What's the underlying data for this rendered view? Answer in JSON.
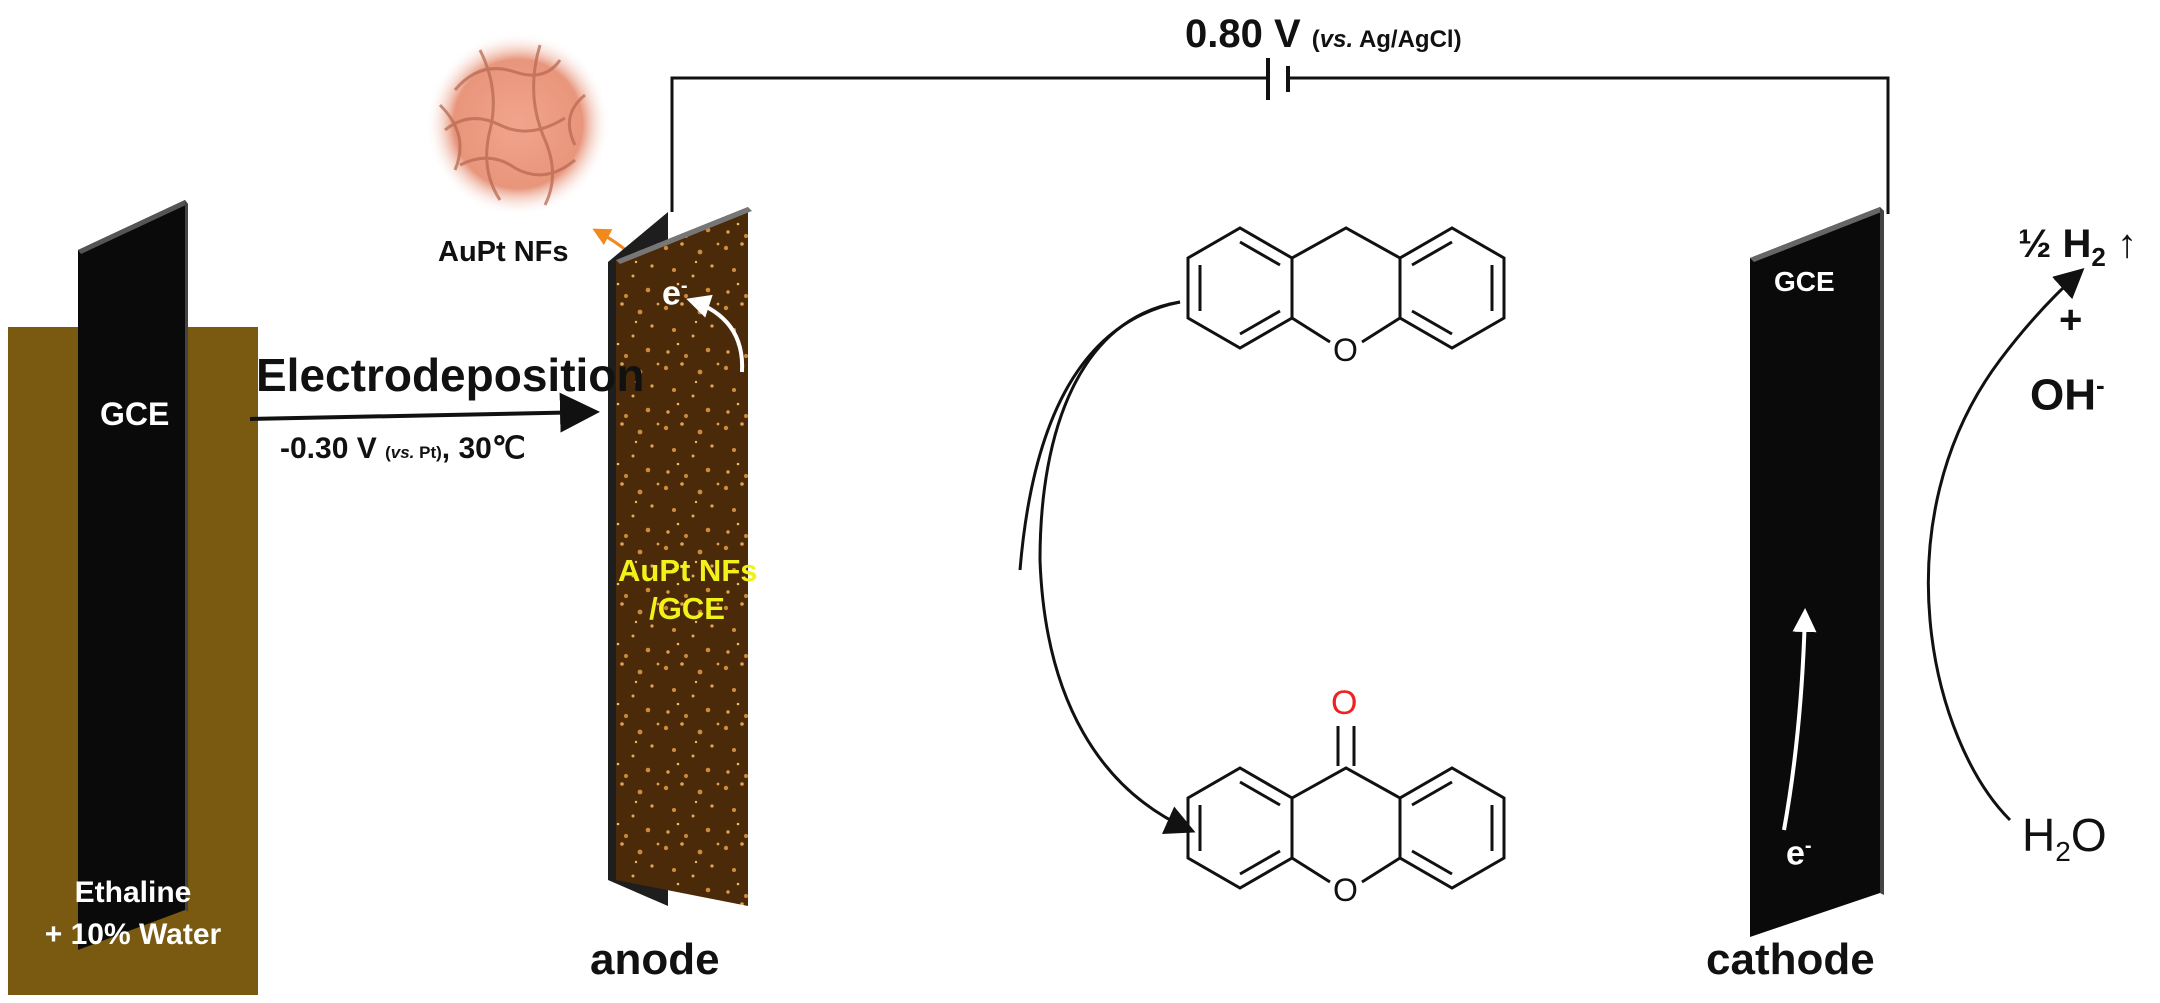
{
  "labels": {
    "voltage_value": "0.80 V",
    "voltage_ref_vs": "vs.",
    "voltage_ref": "Ag/AgCl",
    "nanoflower_label": "AuPt NFs",
    "left_electrode": "GCE",
    "electrolyte_line1": "Ethaline",
    "electrolyte_line2": "+ 10% Water",
    "process": "Electrodeposition",
    "deposition_potential": "-0.30 V",
    "deposition_vs": "vs.",
    "deposition_ref": "Pt",
    "deposition_temp": "30℃",
    "anode_label_line1": "AuPt NFs",
    "anode_label_line2": "/GCE",
    "anode": "anode",
    "cathode_electrode": "GCE",
    "cathode": "cathode",
    "electron": "e",
    "electron_charge": "-",
    "h2_prefix": "½ H",
    "h2_sub": "2",
    "plus": "+",
    "oh": "OH",
    "oh_charge": "-",
    "water_h": "H",
    "water_sub": "2",
    "water_o": "O",
    "ring_oxygen": "O",
    "carbonyl_oxygen": "O"
  },
  "colors": {
    "electrolyte": "#7a5a10",
    "electrode": "#0a0a0a",
    "anode_coating": "#4a2a08",
    "anode_speckle": "#d08a38",
    "nanoflower": "#e9987e",
    "orange_arrow": "#f08a1c",
    "carbonyl_o": "#ee2222",
    "anode_text": "#f2f21a"
  },
  "icons": [
    "nanoflower-image",
    "battery-symbol"
  ]
}
